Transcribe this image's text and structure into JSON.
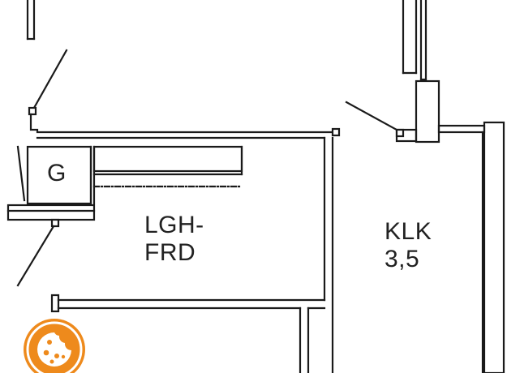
{
  "rooms": {
    "storage_label": "G",
    "apartment_hallway_line1": "LGH-",
    "apartment_hallway_line2": "FRD",
    "storage_room_line1": "KLK",
    "storage_room_line2": "3,5"
  },
  "colors": {
    "line": "#1a1a1a",
    "cookie_badge": "#ee8a1c",
    "cookie_badge_inner": "#ffffff"
  },
  "icons": {
    "cookie_settings": "cookie-icon"
  }
}
